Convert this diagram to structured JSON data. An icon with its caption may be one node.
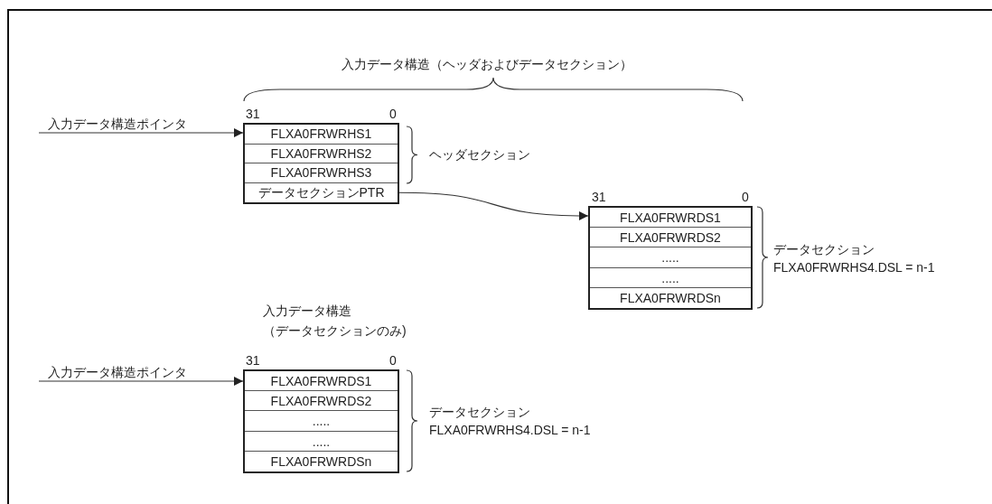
{
  "diagram": {
    "nodes": [
      {
        "text": [
          "入力データ構造ポインタ"
        ]
      },
      {
        "text": [],
        "shape": "box"
      },
      {
        "text": [
          "FLXA0FRWRHS1"
        ],
        "in": 1
      },
      {
        "text": [
          "FLXA0FRWRHS2"
        ],
        "in": 1
      },
      {
        "text": [
          "FLXA0FRWRHS3"
        ],
        "in": 1
      },
      {
        "text": [
          "データセクションPTR"
        ],
        "in": 1
      },
      {
        "text": [],
        "shape": "box"
      },
      {
        "text": [
          "FLXA0FRWRDS1"
        ],
        "in": 6
      },
      {
        "text": [
          "FLXA0FRWRDS2"
        ],
        "in": 6
      },
      {
        "text": [
          "....."
        ],
        "in": 6
      },
      {
        "text": [
          "....."
        ],
        "in": 6
      },
      {
        "text": [
          "FLXA0FRWRDSn"
        ],
        "in": 6
      },
      {
        "text": [
          "入力データ構造ポインタ"
        ]
      },
      {
        "text": [],
        "shape": "box"
      },
      {
        "text": [
          "FLXA0FRWRDS1"
        ],
        "in": 13
      },
      {
        "text": [
          "FLXA0FRWRDS2"
        ],
        "in": 13
      },
      {
        "text": [
          "....."
        ],
        "in": 13
      },
      {
        "text": [
          "....."
        ],
        "in": 13
      },
      {
        "text": [
          "FLXA0FRWRDSn"
        ],
        "in": 13
      }
    ],
    "edges": [
      {
        "from": 0,
        "to": 1,
        "arrow": "to"
      },
      {
        "from": 5,
        "to": 6,
        "arrow": "to"
      },
      {
        "from": 12,
        "to": 13,
        "arrow": "to"
      }
    ],
    "labels": [
      "入力データ構造（ヘッダおよびデータセクション）",
      "31",
      "0",
      "ヘッダセクション",
      "31",
      "0",
      "データセクション",
      "FLXA0FRWRHS4.DSL = n-1",
      "入力データ構造（データセクションのみ)",
      "31",
      "0",
      "データセクション",
      "FLXA0FRWRHS4.DSL = n-1"
    ]
  }
}
